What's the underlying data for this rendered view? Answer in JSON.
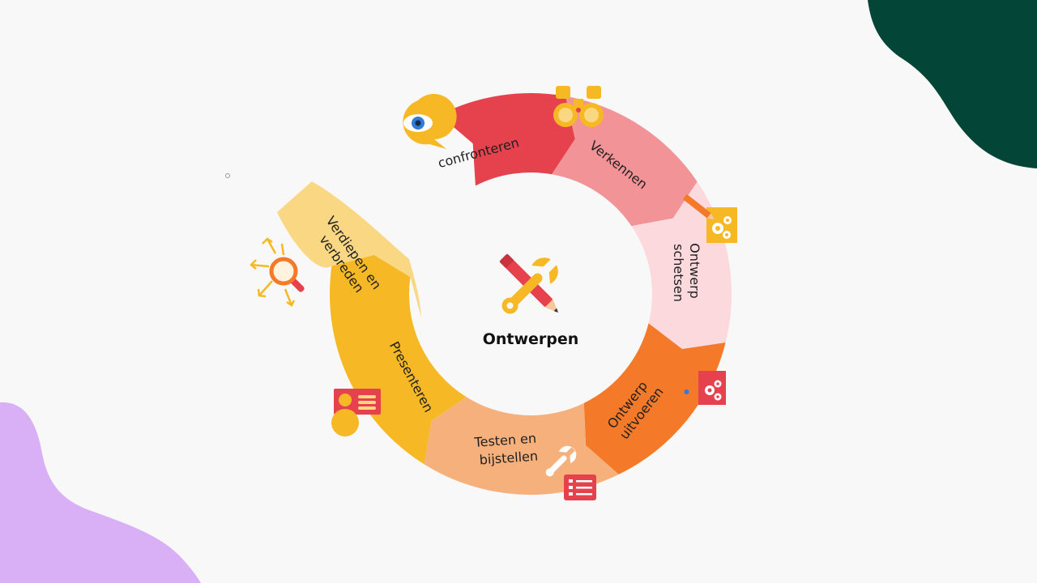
{
  "center": {
    "title": "Ontwerpen",
    "icon": "pencil-wrench-icon"
  },
  "segments": [
    {
      "id": "confronteren",
      "lines": [
        "confronteren"
      ],
      "color": "#e5424d",
      "icon": "eye-speech-bubble-icon"
    },
    {
      "id": "verkennen",
      "lines": [
        "Verkennen"
      ],
      "color": "#f29497",
      "icon": "binoculars-icon"
    },
    {
      "id": "ontwerp-schetsen",
      "lines": [
        "Ontwerp",
        "schetsen"
      ],
      "color": "#fbd9dd",
      "icon": "pencil-gears-icon"
    },
    {
      "id": "ontwerp-uitvoeren",
      "lines": [
        "Ontwerp",
        "uitvoeren"
      ],
      "color": "#f47a29",
      "icon": "wrench-gears-icon"
    },
    {
      "id": "testen-en-bijstellen",
      "lines": [
        "Testen en",
        "bijstellen"
      ],
      "color": "#f6b07c",
      "icon": "wrench-checklist-icon"
    },
    {
      "id": "presenteren",
      "lines": [
        "Presenteren"
      ],
      "color": "#f6b824",
      "icon": "presenter-card-icon"
    },
    {
      "id": "verdiepen-en-verbreden",
      "lines": [
        "Verdiepen en",
        "verbreden"
      ],
      "color": "#fad782",
      "icon": "magnifier-arrows-icon"
    }
  ],
  "decor": {
    "top_right_blob": "#034536",
    "bottom_left_blob": "#d9b0f5"
  }
}
